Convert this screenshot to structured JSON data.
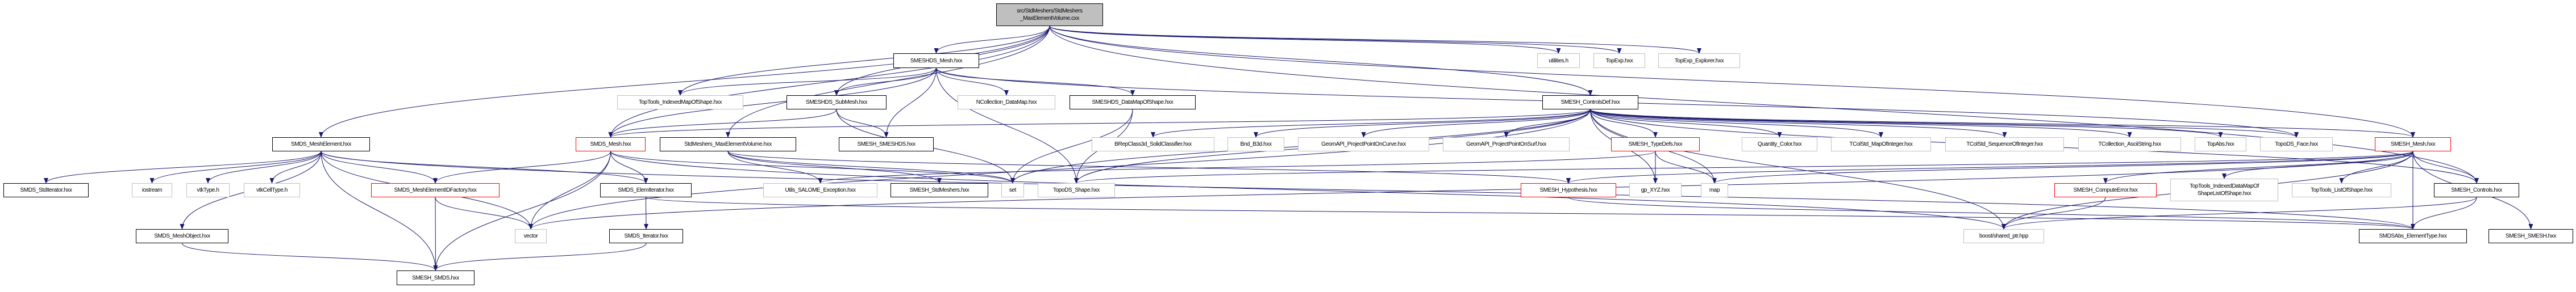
{
  "graph": {
    "nodes": [
      {
        "id": "root",
        "label": "src/StdMeshers/StdMeshers\n_MaxElementVolume.cxx",
        "style": "root"
      },
      {
        "id": "smeshds_mesh",
        "label": "SMESHDS_Mesh.hxx",
        "style": "black"
      },
      {
        "id": "utilities",
        "label": "utilities.h",
        "style": "gray"
      },
      {
        "id": "topexp",
        "label": "TopExp.hxx",
        "style": "gray"
      },
      {
        "id": "topexp_explorer",
        "label": "TopExp_Explorer.hxx",
        "style": "gray"
      },
      {
        "id": "toptools_indexedmap",
        "label": "TopTools_IndexedMapOfShape.hxx",
        "style": "gray"
      },
      {
        "id": "smeshds_submesh",
        "label": "SMESHDS_SubMesh.hxx",
        "style": "black"
      },
      {
        "id": "ncollection_datamap",
        "label": "NCollection_DataMap.hxx",
        "style": "gray"
      },
      {
        "id": "smeshds_datamap",
        "label": "SMESHDS_DataMapOfShape.hxx",
        "style": "black"
      },
      {
        "id": "smesh_controlsdef",
        "label": "SMESH_ControlsDef.hxx",
        "style": "black"
      },
      {
        "id": "smds_meshelement",
        "label": "SMDS_MeshElement.hxx",
        "style": "black"
      },
      {
        "id": "smds_mesh",
        "label": "SMDS_Mesh.hxx",
        "style": "red"
      },
      {
        "id": "stdmeshers_maxelementvolume",
        "label": "StdMeshers_MaxElementVolume.hxx",
        "style": "black"
      },
      {
        "id": "smesh_smeshds",
        "label": "SMESH_SMESHDS.hxx",
        "style": "black"
      },
      {
        "id": "brepclass3d",
        "label": "BRepClass3d_SolidClassifier.hxx",
        "style": "gray"
      },
      {
        "id": "bnd_b3d",
        "label": "Bnd_B3d.hxx",
        "style": "gray"
      },
      {
        "id": "geomapi_curve",
        "label": "GeomAPI_ProjectPointOnCurve.hxx",
        "style": "gray"
      },
      {
        "id": "geomapi_surf",
        "label": "GeomAPI_ProjectPointOnSurf.hxx",
        "style": "gray"
      },
      {
        "id": "smesh_typedefs",
        "label": "SMESH_TypeDefs.hxx",
        "style": "red"
      },
      {
        "id": "quantity_color",
        "label": "Quantity_Color.hxx",
        "style": "gray"
      },
      {
        "id": "tcolstd_map",
        "label": "TColStd_MapOfInteger.hxx",
        "style": "gray"
      },
      {
        "id": "tcolstd_seq",
        "label": "TColStd_SequenceOfInteger.hxx",
        "style": "gray"
      },
      {
        "id": "tcollection_ascii",
        "label": "TCollection_AsciiString.hxx",
        "style": "gray"
      },
      {
        "id": "topabs",
        "label": "TopAbs.hxx",
        "style": "gray"
      },
      {
        "id": "topods_face",
        "label": "TopoDS_Face.hxx",
        "style": "gray"
      },
      {
        "id": "smesh_mesh",
        "label": "SMESH_Mesh.hxx",
        "style": "red"
      },
      {
        "id": "smds_stditerator",
        "label": "SMDS_StdIterator.hxx",
        "style": "black"
      },
      {
        "id": "iostream",
        "label": "iostream",
        "style": "gray"
      },
      {
        "id": "vtktype",
        "label": "vtkType.h",
        "style": "gray"
      },
      {
        "id": "vtkcelltype",
        "label": "vtkCellType.h",
        "style": "gray"
      },
      {
        "id": "smds_idfactory",
        "label": "SMDS_MeshElementIDFactory.hxx",
        "style": "red"
      },
      {
        "id": "smds_elemiterator",
        "label": "SMDS_ElemIterator.hxx",
        "style": "black"
      },
      {
        "id": "utils_salome_exception",
        "label": "Utils_SALOME_Exception.hxx",
        "style": "gray"
      },
      {
        "id": "smesh_stdmeshers",
        "label": "SMESH_StdMeshers.hxx",
        "style": "black"
      },
      {
        "id": "set",
        "label": "set",
        "style": "gray"
      },
      {
        "id": "topods_shape",
        "label": "TopoDS_Shape.hxx",
        "style": "gray"
      },
      {
        "id": "smesh_hypothesis",
        "label": "SMESH_Hypothesis.hxx",
        "style": "red"
      },
      {
        "id": "gp_xyz",
        "label": "gp_XYZ.hxx",
        "style": "gray"
      },
      {
        "id": "map",
        "label": "map",
        "style": "gray"
      },
      {
        "id": "smesh_computeerror",
        "label": "SMESH_ComputeError.hxx",
        "style": "red"
      },
      {
        "id": "toptools_indexeddatamap",
        "label": "TopTools_IndexedDataMapOf\nShapeListOfShape.hxx",
        "style": "gray"
      },
      {
        "id": "toptools_listofshape",
        "label": "TopTools_ListOfShape.hxx",
        "style": "gray"
      },
      {
        "id": "smesh_controls",
        "label": "SMESH_Controls.hxx",
        "style": "black"
      },
      {
        "id": "smds_meshobject",
        "label": "SMDS_MeshObject.hxx",
        "style": "black"
      },
      {
        "id": "vector",
        "label": "vector",
        "style": "gray"
      },
      {
        "id": "smds_iterator",
        "label": "SMDS_Iterator.hxx",
        "style": "black"
      },
      {
        "id": "boost_shared_ptr",
        "label": "boost/shared_ptr.hpp",
        "style": "gray"
      },
      {
        "id": "smdsabs_elementtype",
        "label": "SMDSAbs_ElementType.hxx",
        "style": "black"
      },
      {
        "id": "smesh_smesh",
        "label": "SMESH_SMESH.hxx",
        "style": "black"
      },
      {
        "id": "smesh_smds",
        "label": "SMESH_SMDS.hxx",
        "style": "black"
      }
    ],
    "edges": [
      [
        "root",
        "smeshds_mesh"
      ],
      [
        "root",
        "utilities"
      ],
      [
        "root",
        "topexp"
      ],
      [
        "root",
        "topexp_explorer"
      ],
      [
        "root",
        "toptools_indexedmap"
      ],
      [
        "root",
        "smeshds_submesh"
      ],
      [
        "root",
        "smesh_controlsdef"
      ],
      [
        "root",
        "smds_meshelement"
      ],
      [
        "root",
        "smds_mesh"
      ],
      [
        "root",
        "stdmeshers_maxelementvolume"
      ],
      [
        "root",
        "smesh_mesh"
      ],
      [
        "root",
        "smesh_controls"
      ],
      [
        "smeshds_mesh",
        "toptools_indexedmap"
      ],
      [
        "smeshds_mesh",
        "smeshds_submesh"
      ],
      [
        "smeshds_mesh",
        "ncollection_datamap"
      ],
      [
        "smeshds_mesh",
        "smeshds_datamap"
      ],
      [
        "smeshds_mesh",
        "smesh_smeshds"
      ],
      [
        "smeshds_mesh",
        "topods_shape"
      ],
      [
        "smeshds_mesh",
        "smds_mesh"
      ],
      [
        "smeshds_mesh",
        "topods_face"
      ],
      [
        "smeshds_submesh",
        "smds_mesh"
      ],
      [
        "smeshds_submesh",
        "smesh_smeshds"
      ],
      [
        "smeshds_submesh",
        "set"
      ],
      [
        "smeshds_datamap",
        "set"
      ],
      [
        "smeshds_datamap",
        "topods_shape"
      ],
      [
        "smds_meshelement",
        "smds_stditerator"
      ],
      [
        "smds_meshelement",
        "iostream"
      ],
      [
        "smds_meshelement",
        "vtktype"
      ],
      [
        "smds_meshelement",
        "vtkcelltype"
      ],
      [
        "smds_meshelement",
        "smds_idfactory"
      ],
      [
        "smds_meshelement",
        "smds_elemiterator"
      ],
      [
        "smds_meshelement",
        "smds_meshobject"
      ],
      [
        "smds_meshelement",
        "vector"
      ],
      [
        "smds_meshelement",
        "smesh_smds"
      ],
      [
        "smds_meshelement",
        "smdsabs_elementtype"
      ],
      [
        "smds_mesh",
        "smds_idfactory"
      ],
      [
        "smds_mesh",
        "vector"
      ],
      [
        "smds_mesh",
        "smesh_smds"
      ],
      [
        "smds_mesh",
        "smds_elemiterator"
      ],
      [
        "smds_mesh",
        "set"
      ],
      [
        "smds_mesh",
        "boost_shared_ptr"
      ],
      [
        "smds_idfactory",
        "smesh_smds"
      ],
      [
        "smds_idfactory",
        "vector"
      ],
      [
        "smds_meshobject",
        "smesh_smds"
      ],
      [
        "smds_elemiterator",
        "smds_iterator"
      ],
      [
        "smds_elemiterator",
        "smdsabs_elementtype"
      ],
      [
        "smds_iterator",
        "smesh_smds"
      ],
      [
        "stdmeshers_maxelementvolume",
        "utils_salome_exception"
      ],
      [
        "stdmeshers_maxelementvolume",
        "smesh_stdmeshers"
      ],
      [
        "stdmeshers_maxelementvolume",
        "set"
      ],
      [
        "stdmeshers_maxelementvolume",
        "smesh_hypothesis"
      ],
      [
        "smesh_controlsdef",
        "bnd_b3d"
      ],
      [
        "smesh_controlsdef",
        "brepclass3d"
      ],
      [
        "smesh_controlsdef",
        "geomapi_curve"
      ],
      [
        "smesh_controlsdef",
        "geomapi_surf"
      ],
      [
        "smesh_controlsdef",
        "smesh_typedefs"
      ],
      [
        "smesh_controlsdef",
        "quantity_color"
      ],
      [
        "smesh_controlsdef",
        "tcolstd_map"
      ],
      [
        "smesh_controlsdef",
        "tcolstd_seq"
      ],
      [
        "smesh_controlsdef",
        "tcollection_ascii"
      ],
      [
        "smesh_controlsdef",
        "topabs"
      ],
      [
        "smesh_controlsdef",
        "topods_face"
      ],
      [
        "smesh_controlsdef",
        "smesh_mesh"
      ],
      [
        "smesh_controlsdef",
        "smesh_controls"
      ],
      [
        "smesh_controlsdef",
        "gp_xyz"
      ],
      [
        "smesh_controlsdef",
        "map"
      ],
      [
        "smesh_controlsdef",
        "set"
      ],
      [
        "smesh_controlsdef",
        "vector"
      ],
      [
        "smesh_controlsdef",
        "topods_shape"
      ],
      [
        "smesh_controlsdef",
        "smds_mesh"
      ],
      [
        "smesh_controlsdef",
        "boost_shared_ptr"
      ],
      [
        "smesh_typedefs",
        "gp_xyz"
      ],
      [
        "smesh_typedefs",
        "map"
      ],
      [
        "smesh_typedefs",
        "utils_salome_exception"
      ],
      [
        "smesh_hypothesis",
        "smdsabs_elementtype"
      ],
      [
        "smesh_mesh",
        "smesh_computeerror"
      ],
      [
        "smesh_mesh",
        "toptools_indexeddatamap"
      ],
      [
        "smesh_mesh",
        "toptools_listofshape"
      ],
      [
        "smesh_mesh",
        "smesh_controls"
      ],
      [
        "smesh_mesh",
        "smdsabs_elementtype"
      ],
      [
        "smesh_mesh",
        "smesh_smesh"
      ],
      [
        "smesh_mesh",
        "smesh_hypothesis"
      ],
      [
        "smesh_mesh",
        "map"
      ],
      [
        "smesh_mesh",
        "vector"
      ],
      [
        "smesh_mesh",
        "boost_shared_ptr"
      ],
      [
        "smesh_mesh",
        "topods_shape"
      ],
      [
        "smesh_computeerror",
        "boost_shared_ptr"
      ],
      [
        "smesh_controls",
        "smdsabs_elementtype"
      ],
      [
        "smesh_controls",
        "boost_shared_ptr"
      ]
    ]
  },
  "colors": {
    "edge": "#191970",
    "red_border": "#ff0000",
    "gray_border": "#bfbfbf",
    "root_fill": "#bfbfbf"
  }
}
